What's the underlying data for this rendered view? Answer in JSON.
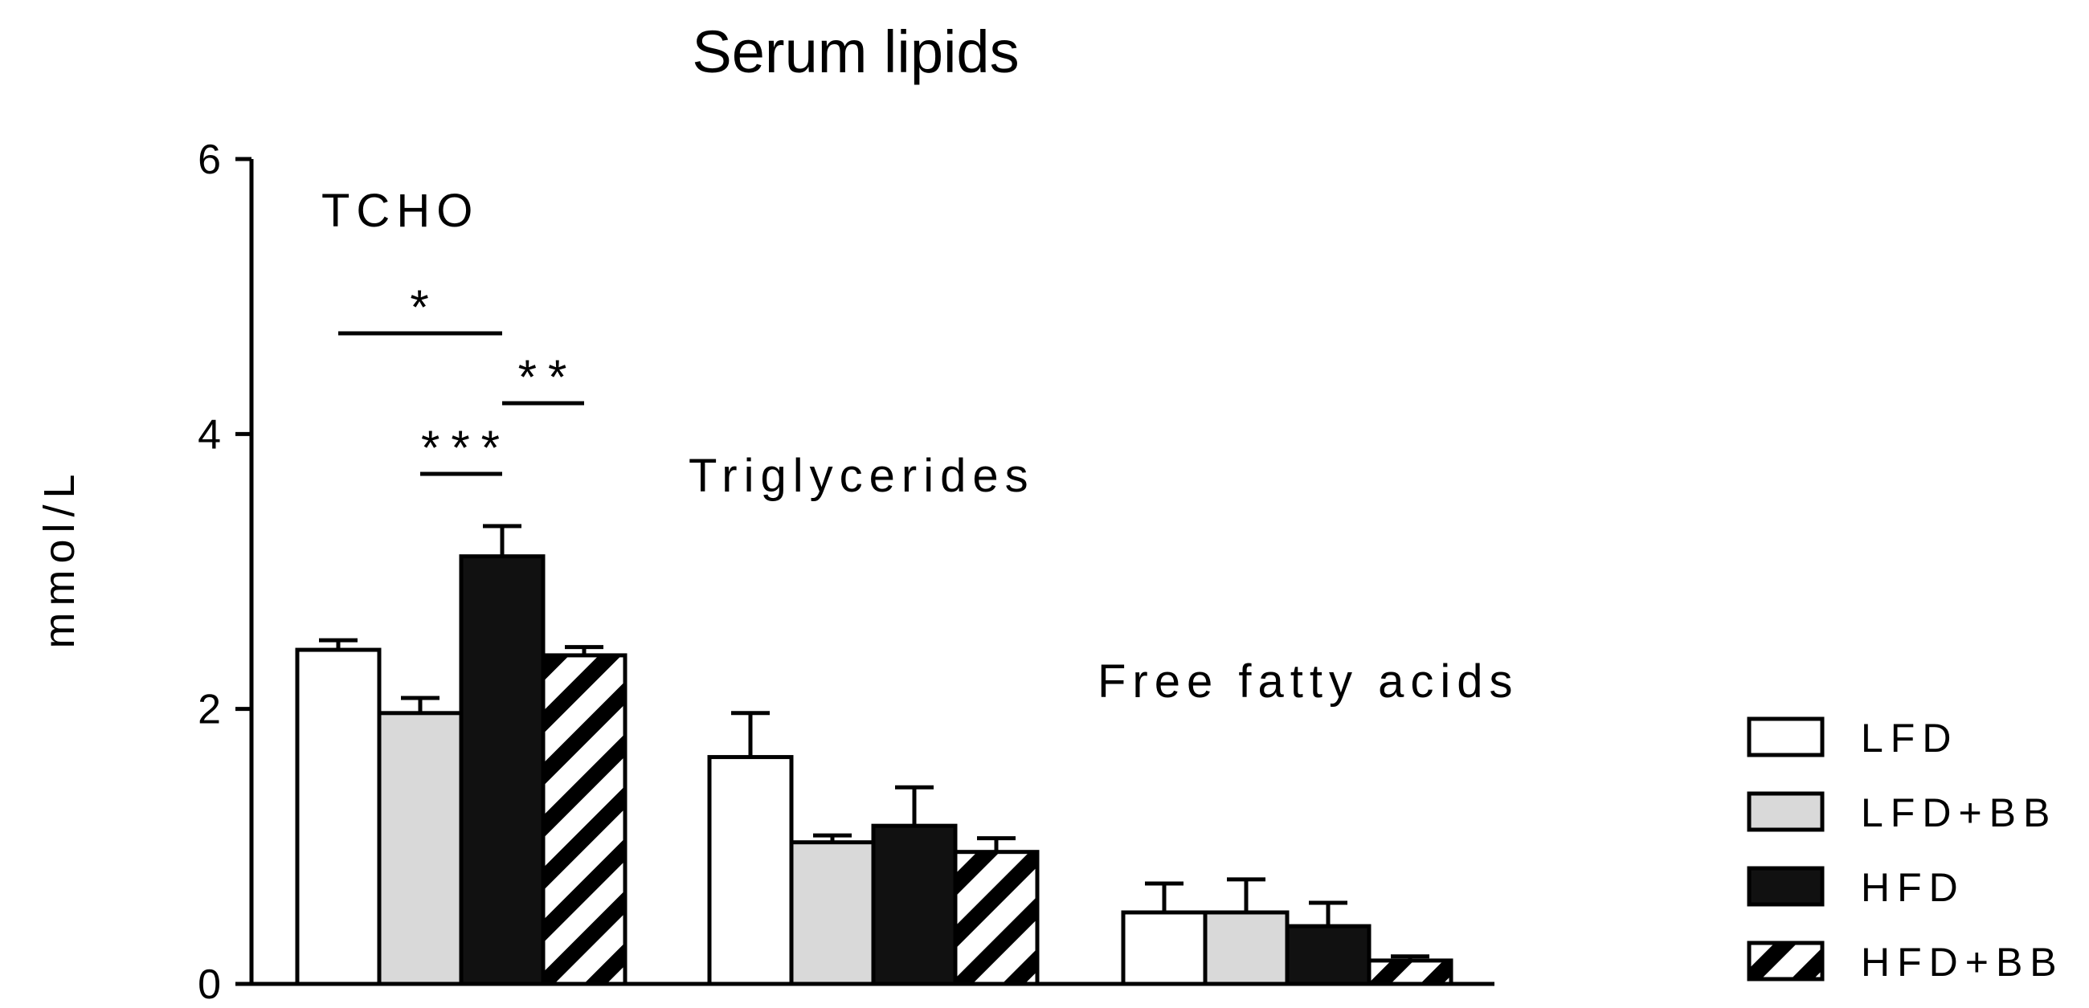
{
  "chart_data": {
    "type": "bar",
    "title": "Serum lipids",
    "ylabel": "mmol/L",
    "xlabel": "",
    "ylim": [
      0,
      6
    ],
    "yticks": [
      0,
      2,
      4,
      6
    ],
    "grid": false,
    "legend_position": "right",
    "categories": [
      "TCHO",
      "Triglycerides",
      "Free fatty acids"
    ],
    "series": [
      {
        "name": "LFD",
        "fill": "white",
        "values": [
          2.43,
          1.65,
          0.52
        ],
        "errors": [
          0.07,
          0.32,
          0.21
        ]
      },
      {
        "name": "LFD+BB",
        "fill": "gray",
        "values": [
          1.97,
          1.03,
          0.52
        ],
        "errors": [
          0.11,
          0.05,
          0.24
        ]
      },
      {
        "name": "HFD",
        "fill": "black",
        "values": [
          3.11,
          1.15,
          0.42
        ],
        "errors": [
          0.22,
          0.28,
          0.17
        ]
      },
      {
        "name": "HFD+BB",
        "fill": "hatched",
        "values": [
          2.39,
          0.96,
          0.17
        ],
        "errors": [
          0.06,
          0.1,
          0.03
        ]
      }
    ],
    "significance": [
      {
        "category": 0,
        "from": 0,
        "to": 2,
        "label": "*"
      },
      {
        "category": 0,
        "from": 2,
        "to": 3,
        "label": "**"
      },
      {
        "category": 0,
        "from": 1,
        "to": 2,
        "label": "***"
      }
    ]
  },
  "colors": {
    "white": "#ffffff",
    "gray": "#d9d9d9",
    "black": "#111111",
    "hatch": "#000000"
  }
}
